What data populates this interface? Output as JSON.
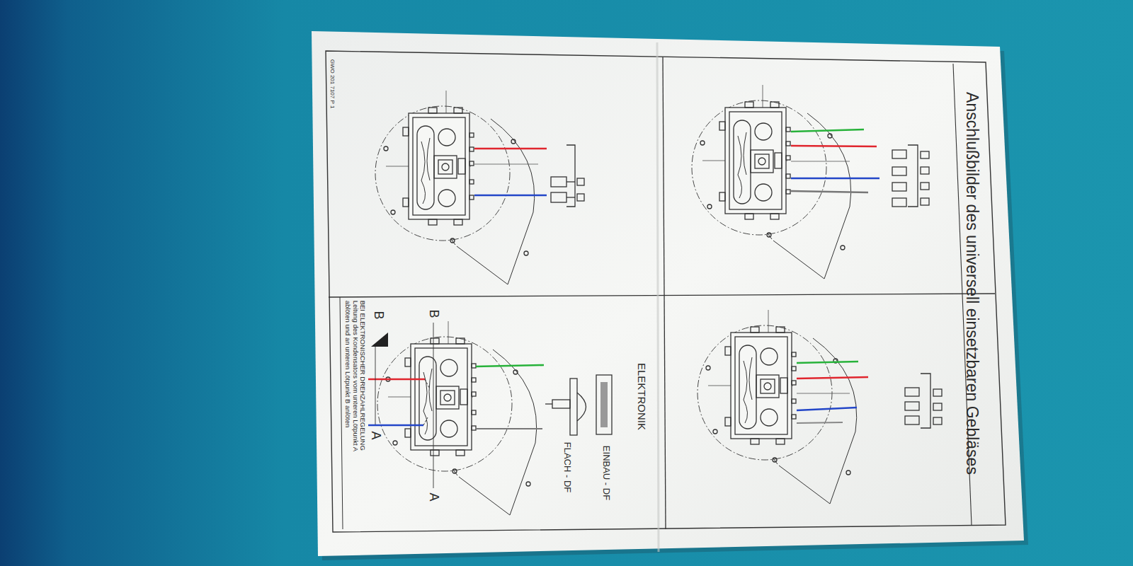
{
  "diagram": {
    "title": "Anschlußbilder des universell einsetzbaren Gebläses",
    "labels": [
      "GWO 201 7107 P 1",
      "ELEKTRONIK",
      "EINBAU - DF",
      "FLACH - DF",
      "B",
      "B",
      "A",
      "A",
      "BEI ELEKTRONISCHER DREHZAHLREGELUNG Leitung des Kondensators vom unteren Lötpunkt A ablöten und an unteren Lötpunkt B anlöten"
    ]
  }
}
